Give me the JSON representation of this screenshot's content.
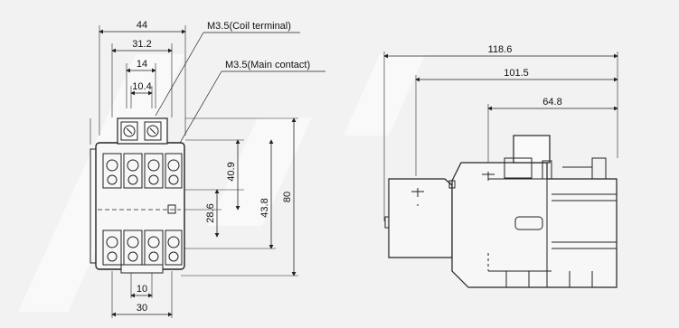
{
  "front_view": {
    "callouts": {
      "coil_terminal": "M3.5(Coil terminal)",
      "main_contact": "M3.5(Main contact)"
    },
    "dimensions": {
      "overall_width": "44",
      "mount_width": "31.2",
      "terminal_span": "14",
      "terminal_inner": "10.4",
      "upper_height": "40.9",
      "mid_height": "28.6",
      "mount_height": "43.8",
      "overall_height": "80",
      "bottom_pitch": "10",
      "bottom_width": "30"
    }
  },
  "side_view": {
    "dimensions": {
      "overall_depth": "118.6",
      "body_depth": "101.5",
      "rear_depth": "64.8"
    }
  },
  "colors": {
    "background": "#f2f2f2",
    "line": "#222222",
    "watermark": "#ffffff"
  }
}
